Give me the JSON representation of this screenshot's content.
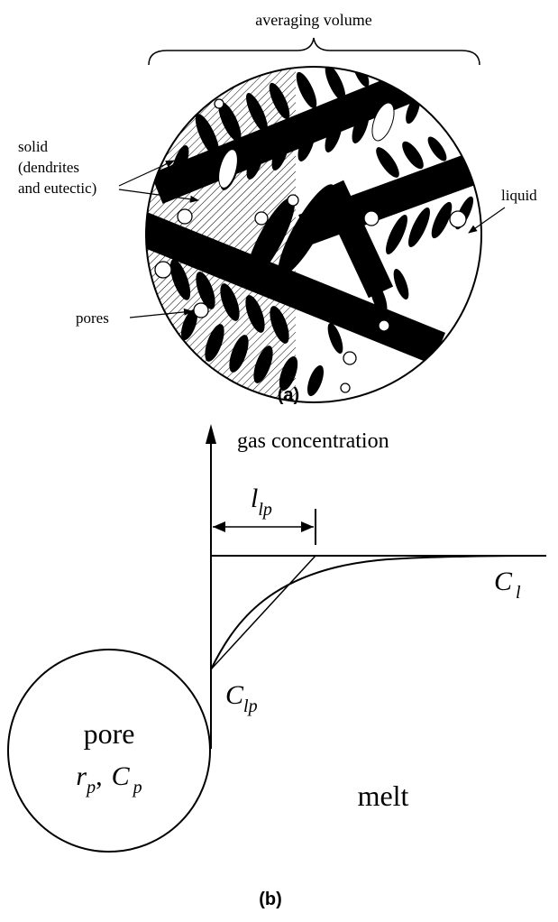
{
  "panel_a": {
    "caption": "(a)",
    "averaging_volume_label": "averaging volume",
    "solid_label_line1": "solid",
    "solid_label_line2": "(dendrites",
    "solid_label_line3": "and eutectic)",
    "liquid_label": "liquid",
    "pores_label": "pores"
  },
  "panel_b": {
    "caption": "(b)",
    "y_axis_label": "gas concentration",
    "diffusion_length_symbol": "l",
    "diffusion_length_subscript": "lp",
    "bulk_concentration_symbol": "C",
    "bulk_concentration_subscript": "l",
    "interface_concentration_symbol": "C",
    "interface_concentration_subscript": "lp",
    "pore_label": "pore",
    "pore_radius_symbol": "r",
    "pore_radius_subscript": "p",
    "separator": ",",
    "pore_concentration_symbol": "C",
    "pore_concentration_subscript": "p",
    "melt_label": "melt"
  },
  "colors": {
    "ink": "#000000",
    "background": "#ffffff"
  }
}
